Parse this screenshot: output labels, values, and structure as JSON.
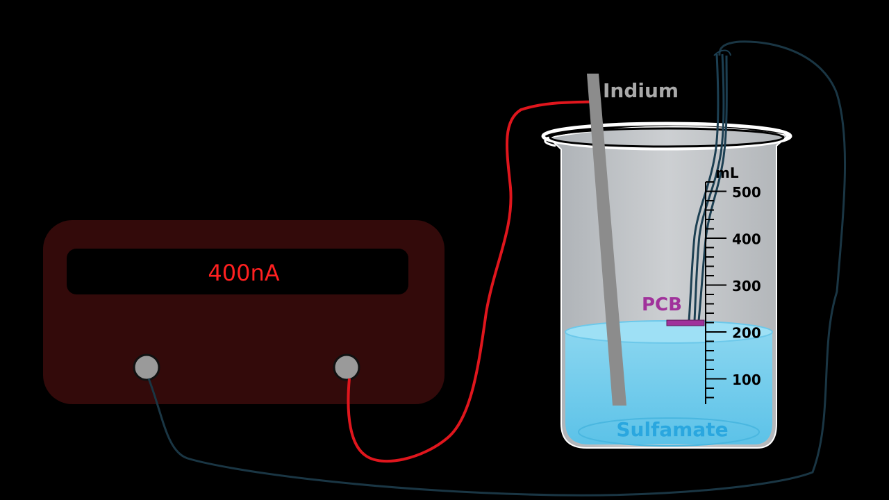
{
  "meter": {
    "reading": "400nA"
  },
  "labels": {
    "electrode": "Indium",
    "sample": "PCB",
    "solution": "Sulfamate"
  },
  "beaker": {
    "unit": "mL",
    "ticks": [
      "500",
      "400",
      "300",
      "200",
      "100"
    ]
  },
  "colors": {
    "background": "#000000",
    "meter_body": "#330a0a",
    "meter_text": "#ff2020",
    "positive_wire": "#e0161d",
    "negative_wire": "#1a3644",
    "electrode": "#8c8c8c",
    "pcb": "#a0329b",
    "liquid": "#7fd0ec",
    "label_gray": "#a9a9a9",
    "label_blue": "#2aa7df"
  }
}
